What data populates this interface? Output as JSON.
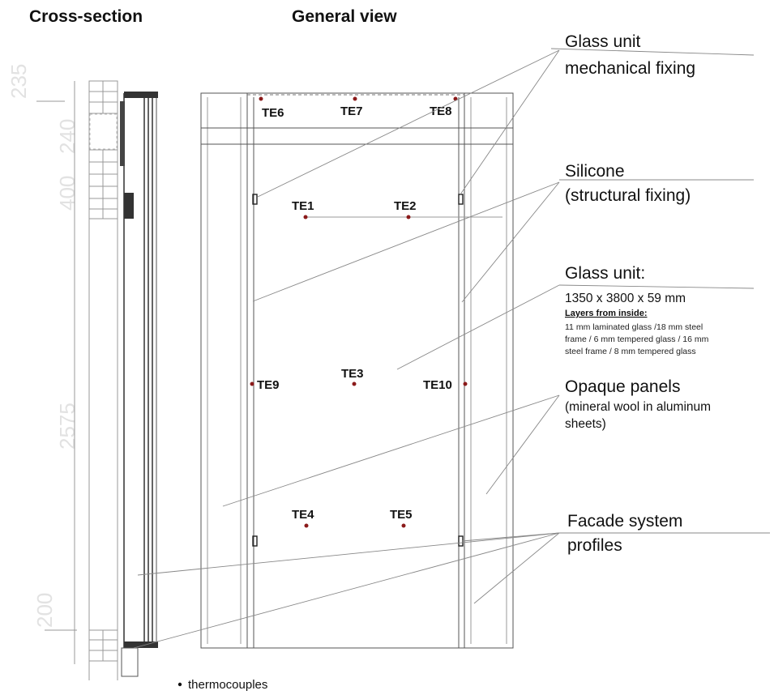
{
  "titles": {
    "cross_section": "Cross-section",
    "general_view": "General view"
  },
  "dimensions": [
    "235",
    "240",
    "400",
    "2575",
    "200"
  ],
  "thermocouples": [
    "TE1",
    "TE2",
    "TE3",
    "TE4",
    "TE5",
    "TE6",
    "TE7",
    "TE8",
    "TE9",
    "TE10"
  ],
  "thermocouple_color": "#8b1a1a",
  "callouts": {
    "glass_fixing": [
      "Glass unit",
      "mechanical fixing"
    ],
    "silicone": [
      "Silicone",
      "(structural fixing)"
    ],
    "glass_unit": {
      "title": "Glass unit:",
      "size": "1350 x 3800 x 59 mm",
      "layers_heading": "Layers from inside:",
      "layers": [
        "11 mm laminated glass /18 mm steel",
        "frame / 6 mm tempered glass / 16 mm",
        "steel frame / 8 mm tempered glass"
      ]
    },
    "opaque": {
      "title": "Opaque panels",
      "desc": [
        "(mineral wool in aluminum",
        "sheets)"
      ]
    },
    "profiles": [
      "Facade system",
      "profiles"
    ]
  },
  "legend": {
    "label": "thermocouples"
  }
}
